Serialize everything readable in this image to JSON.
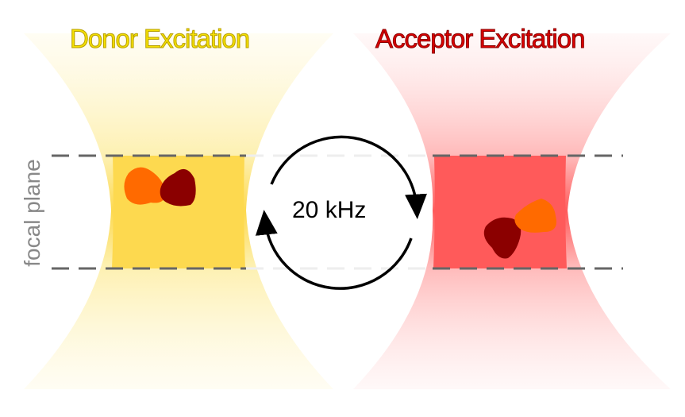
{
  "titles": {
    "donor": "Donor Excitation",
    "acceptor": "Acceptor Excitation"
  },
  "axis_label": "focal plane",
  "frequency_label": "20 kHz",
  "colors": {
    "donor_title": "#f5e000",
    "donor_title_outline": "#b8a000",
    "acceptor_title": "#dd0000",
    "acceptor_title_outline": "#8a0000",
    "donor_band": "#fdd94f",
    "acceptor_band": "#ff5a5a",
    "donor_fluorophore": "#ff6a00",
    "acceptor_fluorophore": "#8b0000",
    "dash": "#666666",
    "axis_label": "#888888"
  }
}
